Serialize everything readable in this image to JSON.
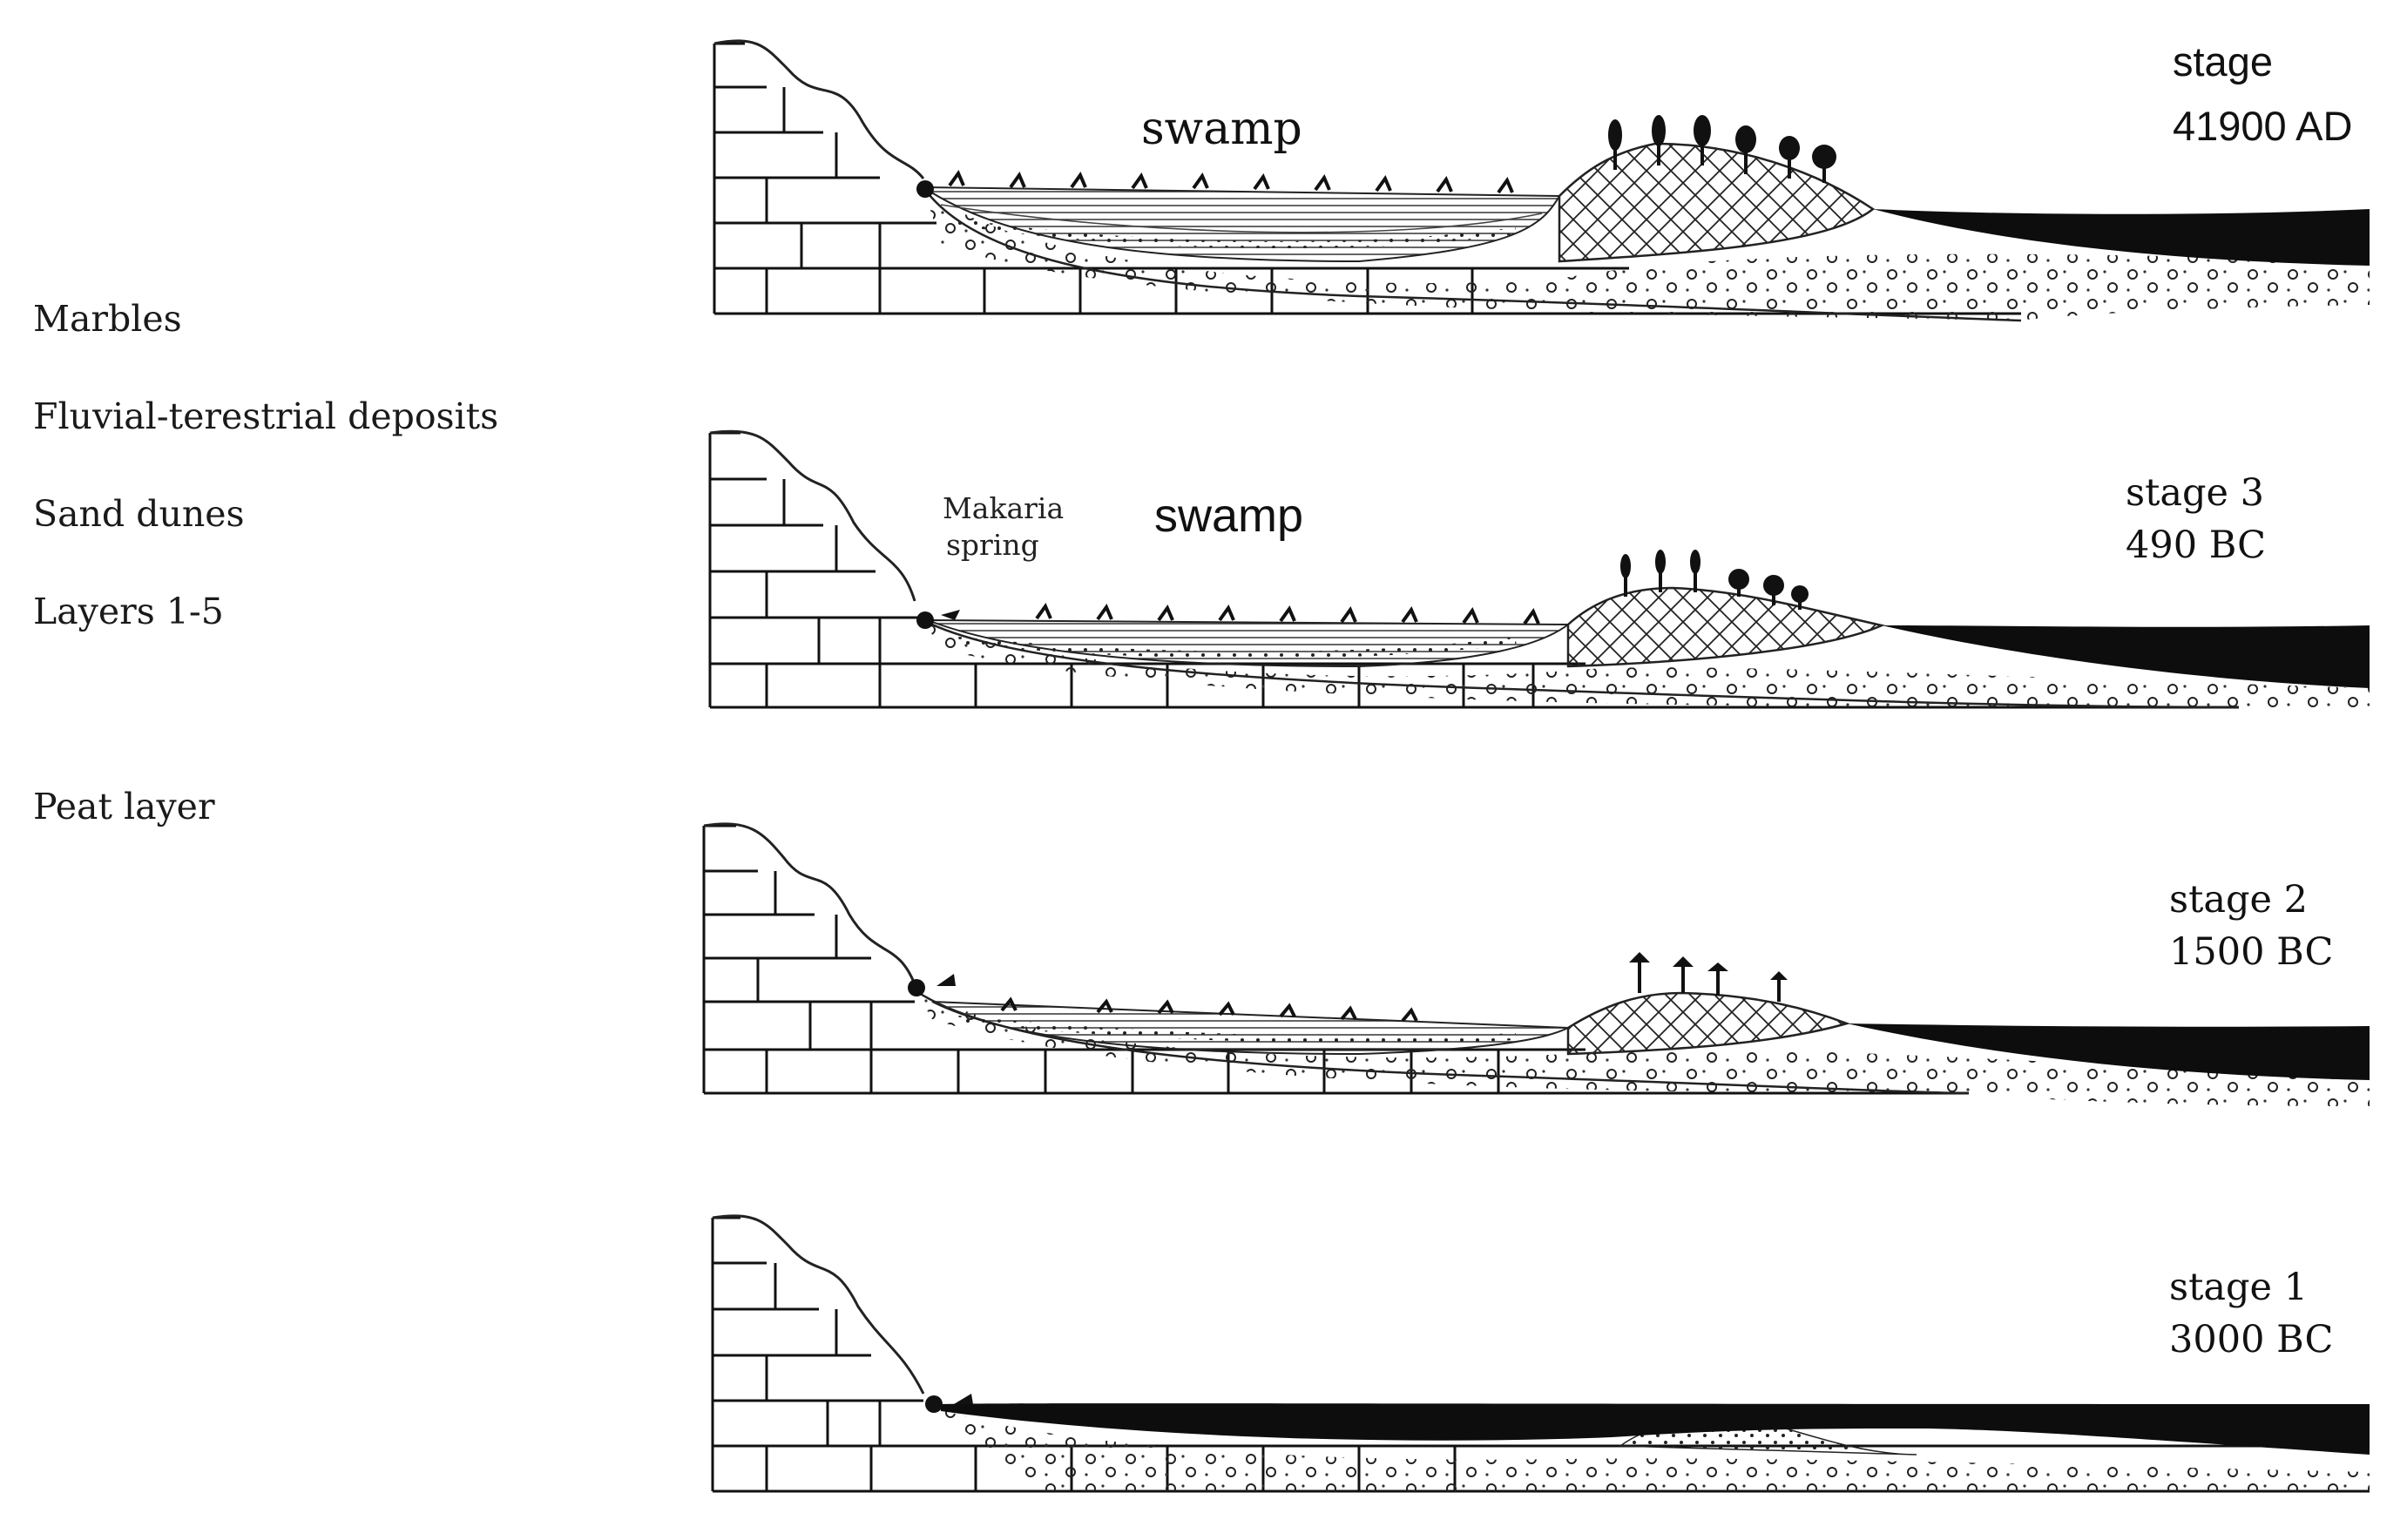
{
  "legend": {
    "marbles": "Marbles",
    "fluvial": "Fluvial-terestrial deposits",
    "dunes": "Sand dunes",
    "layers": "Layers  1-5",
    "peat": "Peat layer"
  },
  "panels": {
    "stage4": {
      "label": "stage",
      "date": "41900 AD",
      "swamp": "swamp"
    },
    "stage3": {
      "label": "stage 3",
      "date": "490 BC",
      "swamp": "swamp",
      "spring_line1": "Makaria",
      "spring_line2": "spring"
    },
    "stage2": {
      "label": "stage 2",
      "date": "1500 BC"
    },
    "stage1": {
      "label": "stage 1",
      "date": "3000 BC"
    }
  },
  "colors": {
    "ink": "#111111",
    "background": "#ffffff"
  }
}
